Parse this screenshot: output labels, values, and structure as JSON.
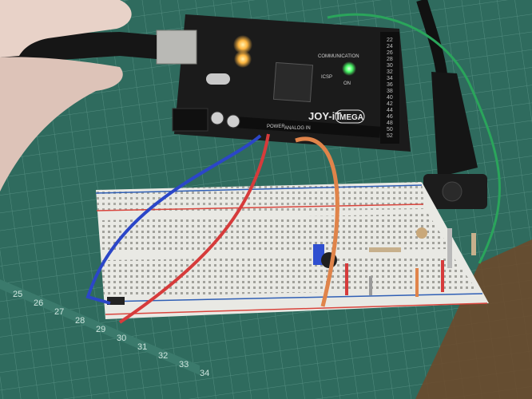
{
  "scene": {
    "board_brand": "JOY-iT",
    "board_model": "MEGA",
    "board_text_communication": "COMMUNICATION",
    "board_text_power": "POWER",
    "board_text_analog": "ANALOG IN",
    "board_text_icsp": "ICSP",
    "board_text_on": "ON",
    "header_numbers": [
      "22",
      "24",
      "26",
      "28",
      "30",
      "32",
      "34",
      "36",
      "38",
      "40",
      "42",
      "44",
      "46",
      "48",
      "50",
      "52"
    ],
    "mat_ruler_numbers": [
      "25",
      "26",
      "27",
      "28",
      "29",
      "30",
      "31",
      "32",
      "33",
      "34"
    ]
  },
  "colors": {
    "mat": "#2f6b5e",
    "mat_grid": "#6fa79b",
    "board": "#1b1b1b",
    "breadboard": "#e9e9e4",
    "rail_red": "#d9453d",
    "rail_blue": "#2f5fb5",
    "wire_red": "#d63b3b",
    "wire_blue": "#2b46c8",
    "wire_orange": "#e0844a",
    "wire_green": "#2aa55b",
    "led_orange": "#ffb640",
    "led_green": "#4cff6a",
    "skin": "#e8d2c8",
    "cable": "#1a1a1a"
  }
}
